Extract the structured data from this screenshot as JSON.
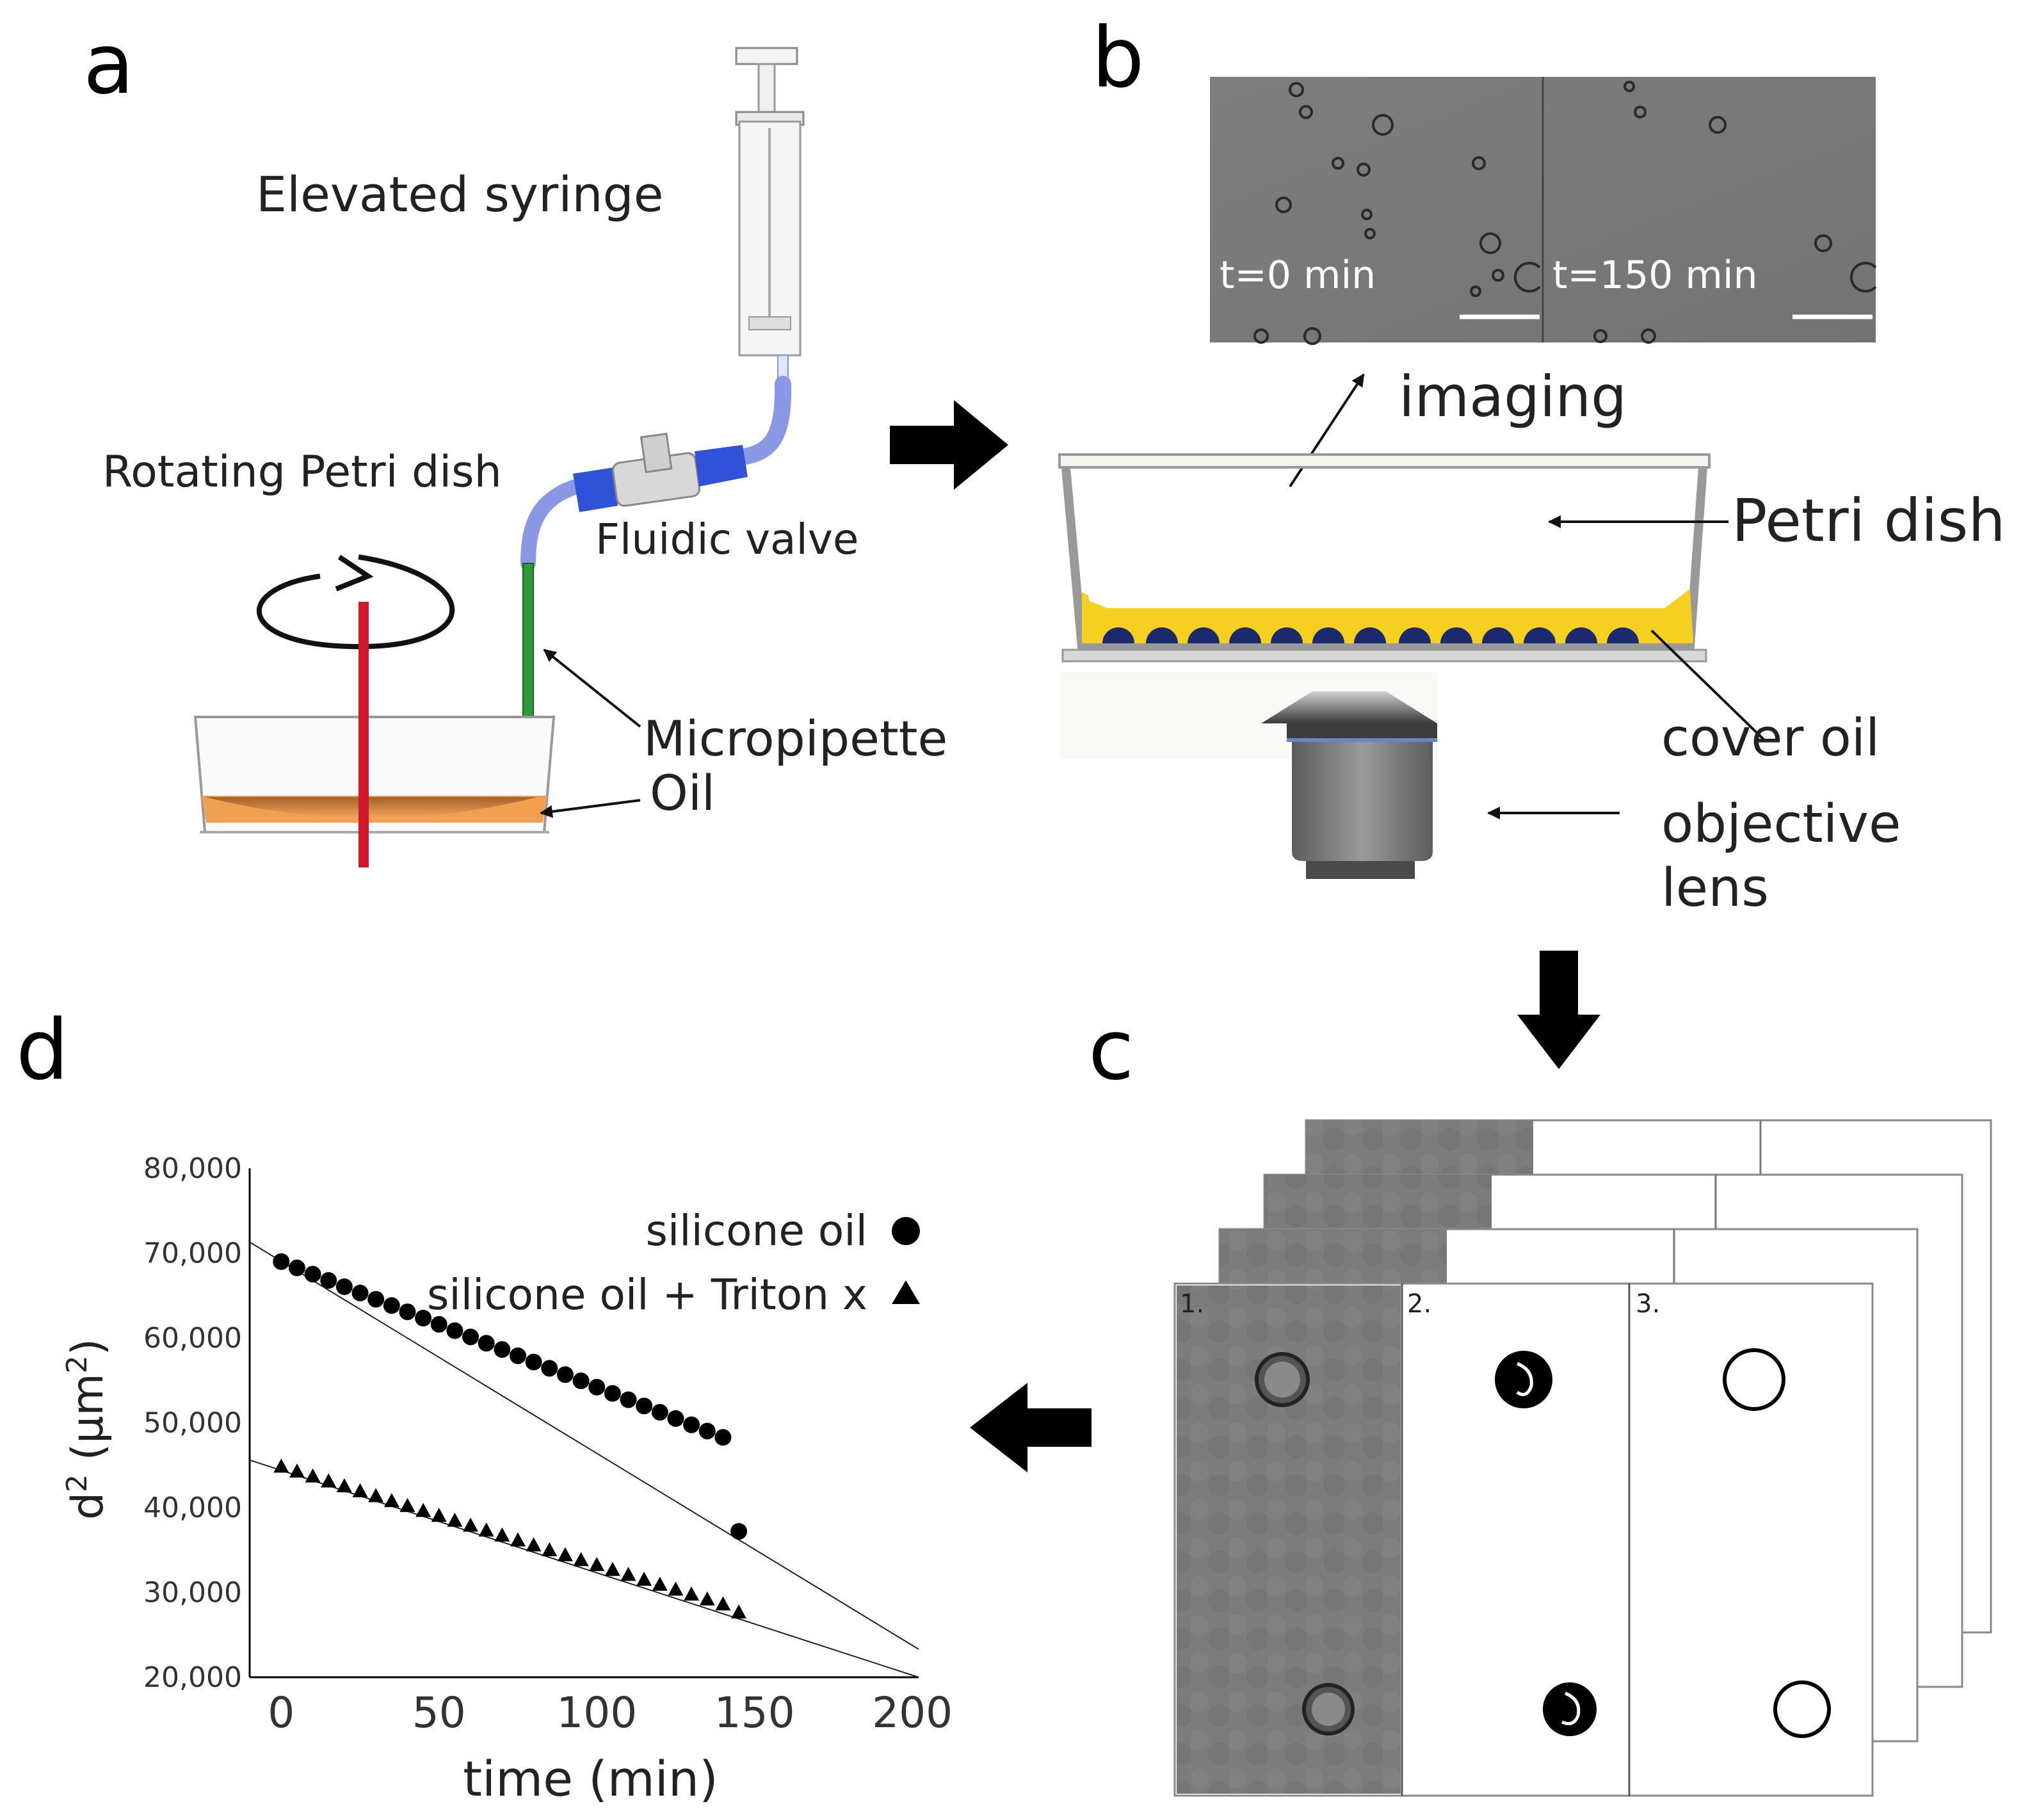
{
  "panels": {
    "a": {
      "letter": "a",
      "elevated_syringe": "Elevated syringe",
      "rotating_petri_dish": "Rotating Petri dish",
      "fluidic_valve": "Fluidic valve",
      "micropipette": "Micropipette",
      "oil": "Oil"
    },
    "b": {
      "letter": "b",
      "t0": "t=0 min",
      "t150": "t=150 min",
      "imaging": "imaging",
      "petri_dish": "Petri dish",
      "cover_oil": "cover oil",
      "objective": "objective",
      "lens": "lens"
    },
    "c": {
      "letter": "c",
      "frame1": "1.",
      "frame2": "2.",
      "frame3": "3."
    },
    "d": {
      "letter": "d"
    }
  },
  "colors": {
    "oil_orange": "#f0a050",
    "cover_oil_yellow": "#f5d020",
    "droplet_navy": "#1a2a6c",
    "tube_blue": "#2f52d8",
    "pipette_green": "#2e9a3a",
    "rotation_axis_red": "#d0182a",
    "micrograph_grey": "#7a7a7a"
  },
  "chart_data": {
    "type": "scatter",
    "xlabel_main": "time (min)",
    "ylabel_main": "d",
    "ylabel_sup": "2",
    "ylabel_unit": " (µm",
    "ylabel_unit_sup": "2",
    "ylabel_close": ")",
    "x_ticks": [
      "0",
      "50",
      "100",
      "150",
      "200"
    ],
    "x_tick_values": [
      0,
      50,
      100,
      150,
      200
    ],
    "y_ticks": [
      "20,000",
      "30,000",
      "40,000",
      "50,000",
      "60,000",
      "70,000",
      "80,000"
    ],
    "y_tick_values": [
      20000,
      30000,
      40000,
      50000,
      60000,
      70000,
      80000
    ],
    "xlim": [
      -10,
      202
    ],
    "ylim": [
      20000,
      80000
    ],
    "legend_position": "top-right",
    "series": [
      {
        "name": "silicone oil",
        "marker": "circle",
        "x": [
          0,
          5,
          10,
          15,
          20,
          25,
          30,
          35,
          40,
          45,
          50,
          55,
          60,
          65,
          70,
          75,
          80,
          85,
          90,
          95,
          100,
          105,
          110,
          115,
          120,
          125,
          130,
          135,
          140,
          145
        ],
        "y": [
          69000,
          68260,
          67520,
          66780,
          66040,
          65300,
          64560,
          63820,
          63080,
          62340,
          61600,
          60860,
          60120,
          59380,
          58640,
          57900,
          57160,
          56420,
          55680,
          54940,
          54200,
          53460,
          52720,
          51980,
          51240,
          50500,
          49760,
          49020,
          48280,
          37200
        ],
        "fit": {
          "x0": -10,
          "y0": 71300,
          "x1": 202,
          "y1": 23300
        }
      },
      {
        "name": "silicone oil + Triton x",
        "marker": "triangle",
        "x": [
          0,
          5,
          10,
          15,
          20,
          25,
          30,
          35,
          40,
          45,
          50,
          55,
          60,
          65,
          70,
          75,
          80,
          85,
          90,
          95,
          100,
          105,
          110,
          115,
          120,
          125,
          130,
          135,
          140,
          145
        ],
        "y": [
          44800,
          44220,
          43640,
          43060,
          42480,
          41900,
          41320,
          40740,
          40160,
          39580,
          39000,
          38420,
          37840,
          37260,
          36680,
          36100,
          35520,
          34940,
          34360,
          33780,
          33200,
          32620,
          32040,
          31460,
          30880,
          30300,
          29720,
          29140,
          28560,
          27600
        ],
        "fit": {
          "x0": -10,
          "y0": 45600,
          "x1": 202,
          "y1": 20000
        }
      }
    ]
  }
}
